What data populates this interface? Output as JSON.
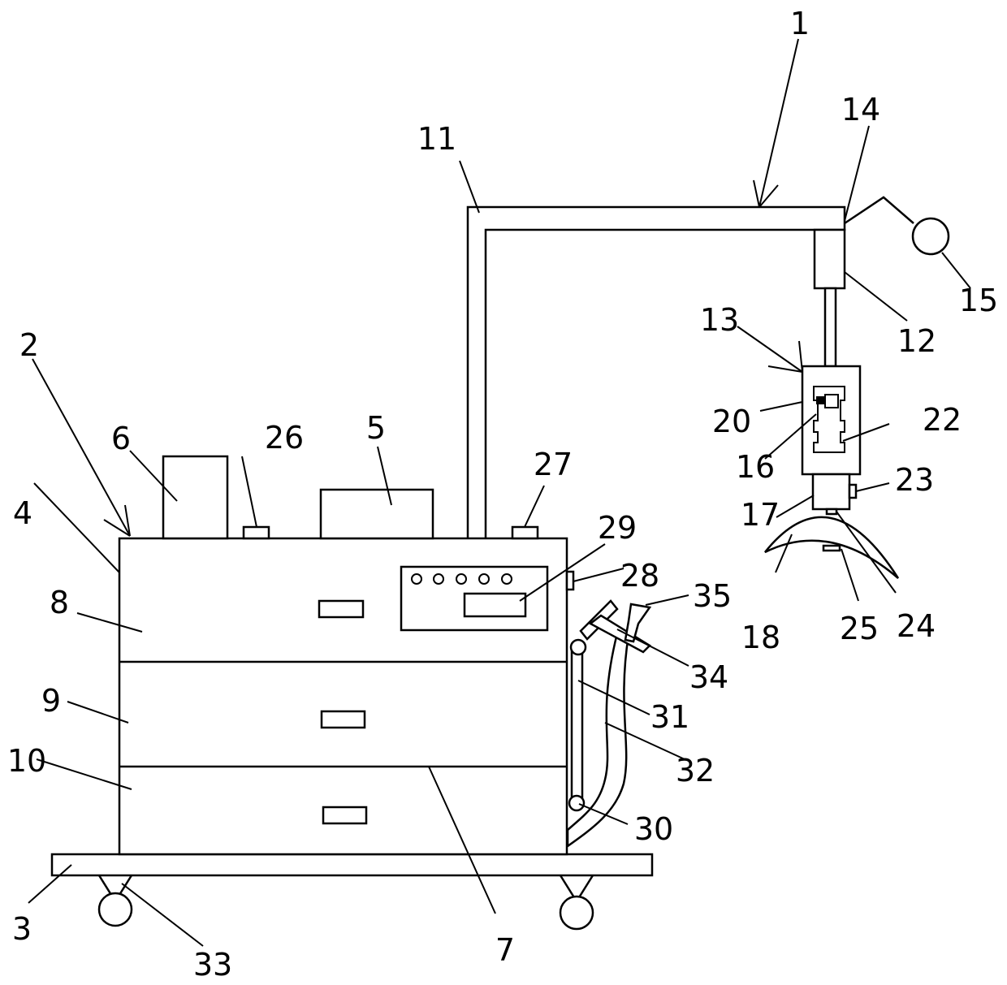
{
  "labels": {
    "l1": "1",
    "l2": "2",
    "l3": "3",
    "l4": "4",
    "l5": "5",
    "l6": "6",
    "l7": "7",
    "l8": "8",
    "l9": "9",
    "l10": "10",
    "l11": "11",
    "l12": "12",
    "l13": "13",
    "l14": "14",
    "l15": "15",
    "l16": "16",
    "l17": "17",
    "l18": "18",
    "l20": "20",
    "l22": "22",
    "l23": "23",
    "l24": "24",
    "l25": "25",
    "l26": "26",
    "l27": "27",
    "l28": "28",
    "l29": "29",
    "l30": "30",
    "l31": "31",
    "l32": "32",
    "l33": "33",
    "l34": "34",
    "l35": "35"
  }
}
